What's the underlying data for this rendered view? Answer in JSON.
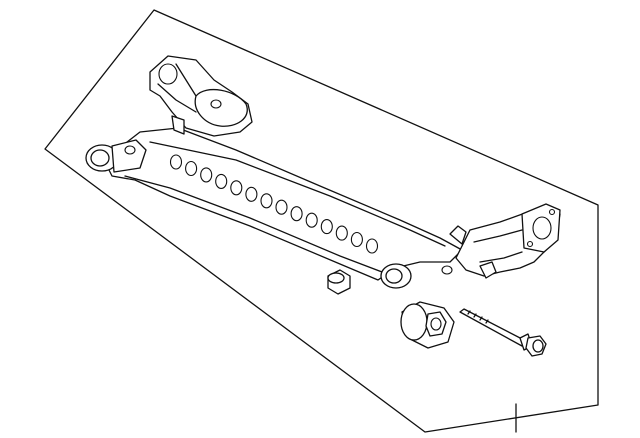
{
  "diagram": {
    "type": "exploded-parts-illustration",
    "parts": [
      {
        "name": "rear-axle-beam-assembly"
      },
      {
        "name": "bushing"
      },
      {
        "name": "mounting-bolt"
      },
      {
        "name": "nut"
      }
    ],
    "colors": {
      "background": "#ffffff",
      "line": "#111111"
    }
  }
}
